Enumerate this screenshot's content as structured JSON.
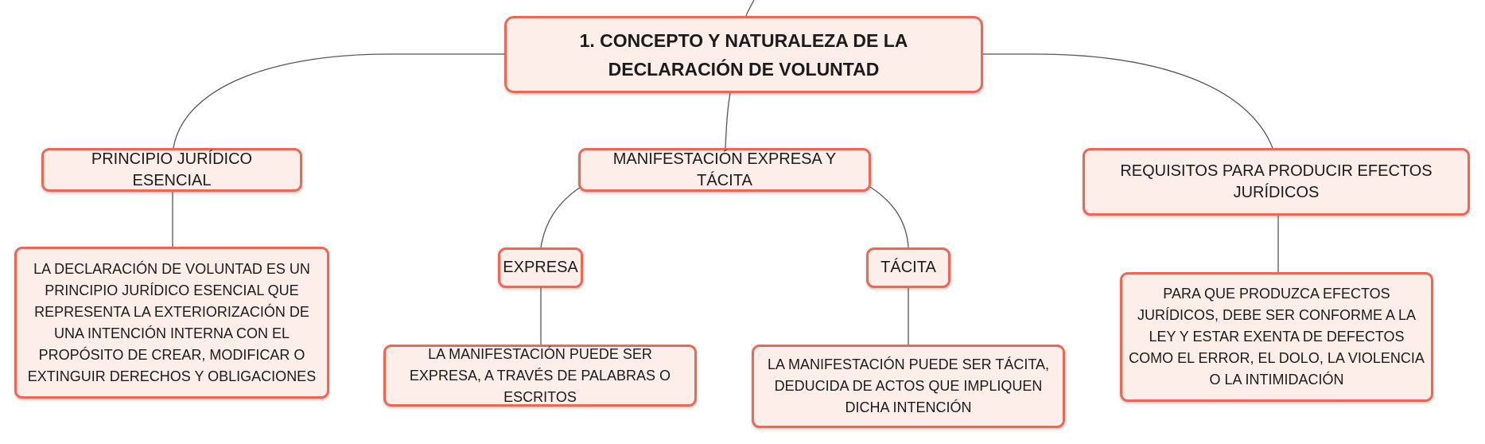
{
  "root": {
    "title": "1. CONCEPTO Y NATURALEZA DE LA DECLARACIÓN DE VOLUNTAD"
  },
  "branches": {
    "principio": {
      "title": "PRINCIPIO JURÍDICO ESENCIAL",
      "detail": "LA DECLARACIÓN DE VOLUNTAD ES UN PRINCIPIO JURÍDICO ESENCIAL QUE REPRESENTA LA EXTERIORIZACIÓN DE UNA INTENCIÓN INTERNA CON EL PROPÓSITO DE CREAR, MODIFICAR O EXTINGUIR DERECHOS Y OBLIGACIONES"
    },
    "manifestacion": {
      "title": "MANIFESTACIÓN EXPRESA Y TÁCITA",
      "expresa": {
        "title": "EXPRESA",
        "detail": "LA MANIFESTACIÓN PUEDE SER EXPRESA, A TRAVÉS DE PALABRAS O ESCRITOS"
      },
      "tacita": {
        "title": "TÁCITA",
        "detail": "LA MANIFESTACIÓN PUEDE SER TÁCITA, DEDUCIDA DE ACTOS QUE IMPLIQUEN DICHA INTENCIÓN"
      }
    },
    "requisitos": {
      "title": "REQUISITOS PARA PRODUCIR EFECTOS JURÍDICOS",
      "detail": "PARA QUE PRODUZCA EFECTOS JURÍDICOS, DEBE SER CONFORME A LA LEY Y ESTAR EXENTA DE DEFECTOS COMO EL ERROR, EL DOLO, LA VIOLENCIA O LA INTIMIDACIÓN"
    }
  },
  "colors": {
    "node_border": "#ec6755",
    "node_fill": "#fdeeea",
    "connector": "#555555",
    "text": "#1b1b1b"
  }
}
